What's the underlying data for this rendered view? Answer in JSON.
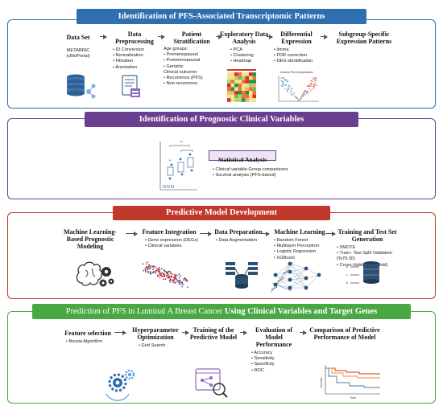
{
  "panel1": {
    "title": "Identification of PFS-Associated Transcriptomic Patterns",
    "steps": [
      {
        "title": "Data Set",
        "items": [
          "METABRIC",
          "(cBioPortal)"
        ]
      },
      {
        "title": "Data Preprocessing",
        "items": [
          "ID Conversion",
          "Normalization",
          "Filtration",
          "Annotation"
        ]
      },
      {
        "title": "Patient Stratification",
        "age_label": "Age groups:",
        "age_items": [
          "Premenopausal",
          "Postmenopausal",
          "Geriatric"
        ],
        "clinical_label": "Clinical outcome:",
        "clinical_items": [
          "Recurrence (PFS)",
          "Non-recurrence"
        ]
      },
      {
        "title": "Exploratory Data Analysis",
        "items": [
          "PCA",
          "Clustering",
          "Heatmap"
        ]
      },
      {
        "title": "Differential Expression",
        "items": [
          "limma",
          "FDR correction",
          "DEG identification"
        ]
      },
      {
        "title": "Subgroup-Specific Expression Patterns",
        "items": []
      }
    ],
    "volcano_title": "Volcano Plot Interpretation"
  },
  "panel2": {
    "title": "Identification of Prognostic Clinical Variables",
    "box_title": "Statistical Analysis",
    "items": [
      "Clinical variable-Group comparisons",
      "Survival analysis (PFS-based)"
    ]
  },
  "panel3": {
    "title": "Predictive Model Development",
    "steps": [
      {
        "title": "Machine Learning-Based Prognostic Modeling",
        "items": []
      },
      {
        "title": "Feature Integration",
        "items": [
          "Gene expression (DEGs)",
          "Clinical variables"
        ]
      },
      {
        "title": "Data Preparation",
        "items": [
          "Data Augmentation"
        ]
      },
      {
        "title": "Machine Learning",
        "items": [
          "Random Forest",
          "Multilayer Perceptron",
          "Logistic Regression",
          "XGBoost"
        ]
      },
      {
        "title": "Training and Test Set Generation",
        "items": [
          "SMOTE",
          "Train– Test Split Validation (%70:30)",
          "Cross-Validation (5-fold)"
        ]
      }
    ]
  },
  "panel4": {
    "title_parts": [
      "Prediction of PFS in Luminal A Breast Cancer ",
      "Using Clinical Variables and Target Genes"
    ],
    "steps": [
      {
        "title": "Feature selection",
        "items": [
          "Boruta Algorithm"
        ]
      },
      {
        "title": "Hyperparameter Optimization",
        "items": [
          "Grid Search"
        ]
      },
      {
        "title": "Training of the Predictive Model",
        "items": []
      },
      {
        "title": "Evaluation of Model Performance",
        "items": [
          "Accuracy",
          "Sensitivity",
          "Specificity",
          "ROC"
        ]
      },
      {
        "title": "Comparison of Predictive Performance of Model",
        "items": []
      }
    ],
    "km_ylabel": "Survival",
    "km_xlabel": "Time"
  },
  "colors": {
    "panel1": "#2f6fb0",
    "panel2": "#6a3f8f",
    "panel3": "#c0392b",
    "panel4": "#4aa844"
  }
}
